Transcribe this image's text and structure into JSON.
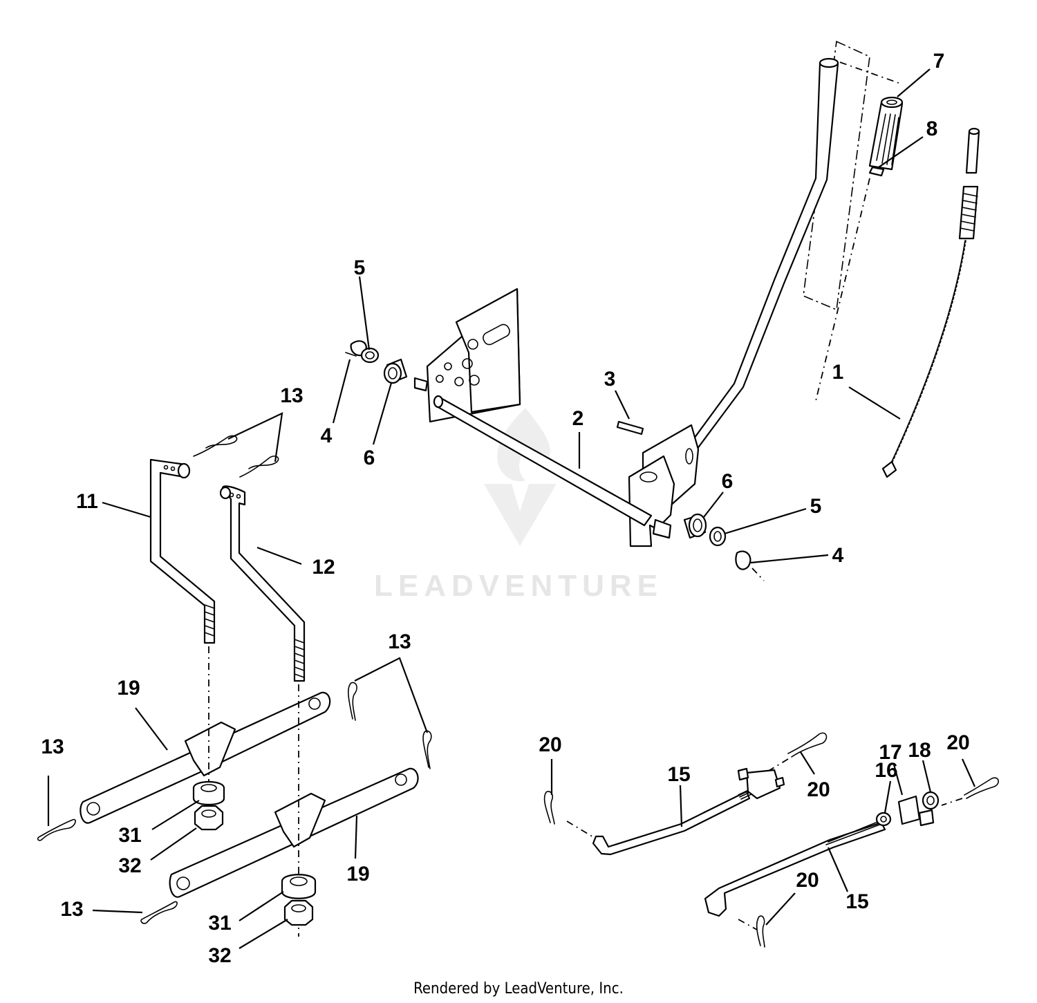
{
  "watermark": {
    "text": "LEADVENTURE"
  },
  "footer": {
    "text": "Rendered by LeadVenture, Inc."
  },
  "callouts": {
    "c1": "1",
    "c2": "2",
    "c3": "3",
    "c4a": "4",
    "c4b": "4",
    "c5a": "5",
    "c5b": "5",
    "c6a": "6",
    "c6b": "6",
    "c7": "7",
    "c8": "8",
    "c11": "11",
    "c12": "12",
    "c13a": "13",
    "c13b": "13",
    "c13c": "13",
    "c13d": "13",
    "c15a": "15",
    "c15b": "15",
    "c16": "16",
    "c17": "17",
    "c18": "18",
    "c19a": "19",
    "c19b": "19",
    "c20a": "20",
    "c20b": "20",
    "c20c": "20",
    "c20d": "20",
    "c31a": "31",
    "c31b": "31",
    "c32a": "32",
    "c32b": "32"
  }
}
